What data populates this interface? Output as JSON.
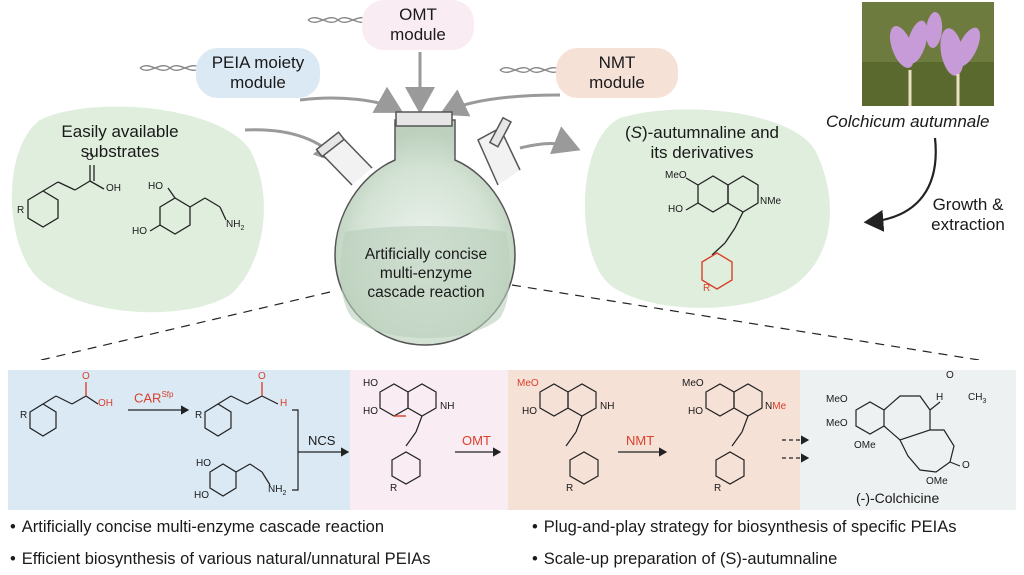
{
  "modules": {
    "omt": [
      "OMT",
      "module"
    ],
    "peia": [
      "PEIA moiety",
      "module"
    ],
    "nmt": [
      "NMT",
      "module"
    ]
  },
  "substrates": {
    "title": [
      "Easily available",
      "substrates"
    ],
    "r_label": "R",
    "oh_label": "OH",
    "o_label": "O",
    "ho_label": "HO",
    "nh2_label": "NH",
    "nh2_sub": "2"
  },
  "flask": {
    "caption": [
      "Artificially concise",
      "multi-enzyme",
      "cascade reaction"
    ]
  },
  "product": {
    "title_prefix": "(",
    "title_s": "S",
    "title_rest": ")-autumnaline and",
    "title_line2": "its derivatives",
    "meo": "MeO",
    "ho": "HO",
    "nme": "NMe",
    "r": "R"
  },
  "plant": {
    "name": "Colchicum autumnale",
    "process": [
      "Growth &",
      "extraction"
    ]
  },
  "scheme": {
    "car_label": "CAR",
    "car_sup": "Sfp",
    "ncs_label": "NCS",
    "omt_label": "OMT",
    "nmt_label": "NMT",
    "colchicine_label": "(-)-Colchicine",
    "atoms": {
      "r": "R",
      "oh": "OH",
      "o": "O",
      "h": "H",
      "ho": "HO",
      "nh2": "NH",
      "sub2": "2",
      "nh": "NH",
      "meo": "MeO",
      "nme": "NMe",
      "n": "N",
      "me": "Me",
      "ch3": "CH",
      "ome": "OMe",
      "o_ring": "O"
    }
  },
  "bullets": [
    "Artificially concise multi-enzyme cascade reaction",
    "Plug-and-play strategy for biosynthesis of specific PEIAs",
    "Efficient biosynthesis of various natural/unnatural PEIAs",
    "Scale-up preparation of (S)-autumnaline"
  ],
  "colors": {
    "blue_panel": "#dbe9f5",
    "pink_panel": "#f9ecf3",
    "orange_panel": "#f6e1d7",
    "gray_panel": "#eef1f1",
    "green_blob": "#dfeedd",
    "red_accent": "#d9412b"
  }
}
